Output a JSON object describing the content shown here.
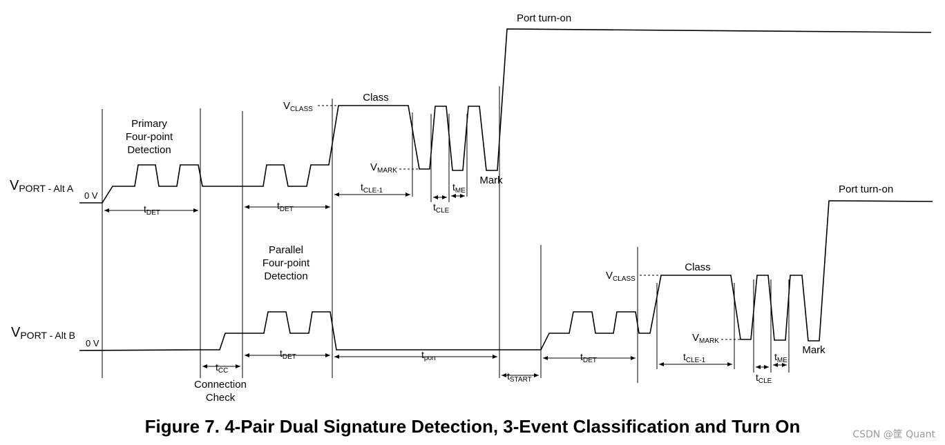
{
  "figure_caption": "Figure 7.  4-Pair Dual Signature Detection, 3-Event Classification and Turn On",
  "watermark": "CSDN @筐 Quant",
  "alt_a": {
    "signal_main": "V",
    "signal_sub": "PORT - Alt A",
    "zero_label": "0 V",
    "primary_detection": [
      "Primary",
      "Four-point",
      "Detection"
    ],
    "class_label": "Class",
    "vclass_main": "V",
    "vclass_sub": "CLASS",
    "vmark_main": "V",
    "vmark_sub": "MARK",
    "mark_label": "Mark",
    "turn_on_label": "Port turn-on",
    "tdet_1": {
      "main": "t",
      "sub": "DET"
    },
    "tdet_2": {
      "main": "t",
      "sub": "DET"
    },
    "tcle1": {
      "main": "t",
      "sub": "CLE-1"
    },
    "tcle": {
      "main": "t",
      "sub": "CLE"
    },
    "tme": {
      "main": "t",
      "sub": "ME"
    }
  },
  "alt_b": {
    "signal_main": "V",
    "signal_sub": "PORT - Alt B",
    "zero_label": "0 V",
    "parallel_detection": [
      "Parallel",
      "Four-point",
      "Detection"
    ],
    "connection_check": [
      "Connection",
      "Check"
    ],
    "class_label": "Class",
    "vclass_main": "V",
    "vclass_sub": "CLASS",
    "vmark_main": "V",
    "vmark_sub": "MARK",
    "mark_label": "Mark",
    "turn_on_label": "Port turn-on",
    "tcc": {
      "main": "t",
      "sub": "CC"
    },
    "tdet_1": {
      "main": "t",
      "sub": "DET"
    },
    "tpon": {
      "main": "t",
      "sub": "pon"
    },
    "tstart": {
      "main": "t",
      "sub": "START"
    },
    "tdet_2": {
      "main": "t",
      "sub": "DET"
    },
    "tcle1": {
      "main": "t",
      "sub": "CLE-1"
    },
    "tcle": {
      "main": "t",
      "sub": "CLE"
    },
    "tme": {
      "main": "t",
      "sub": "ME"
    }
  }
}
